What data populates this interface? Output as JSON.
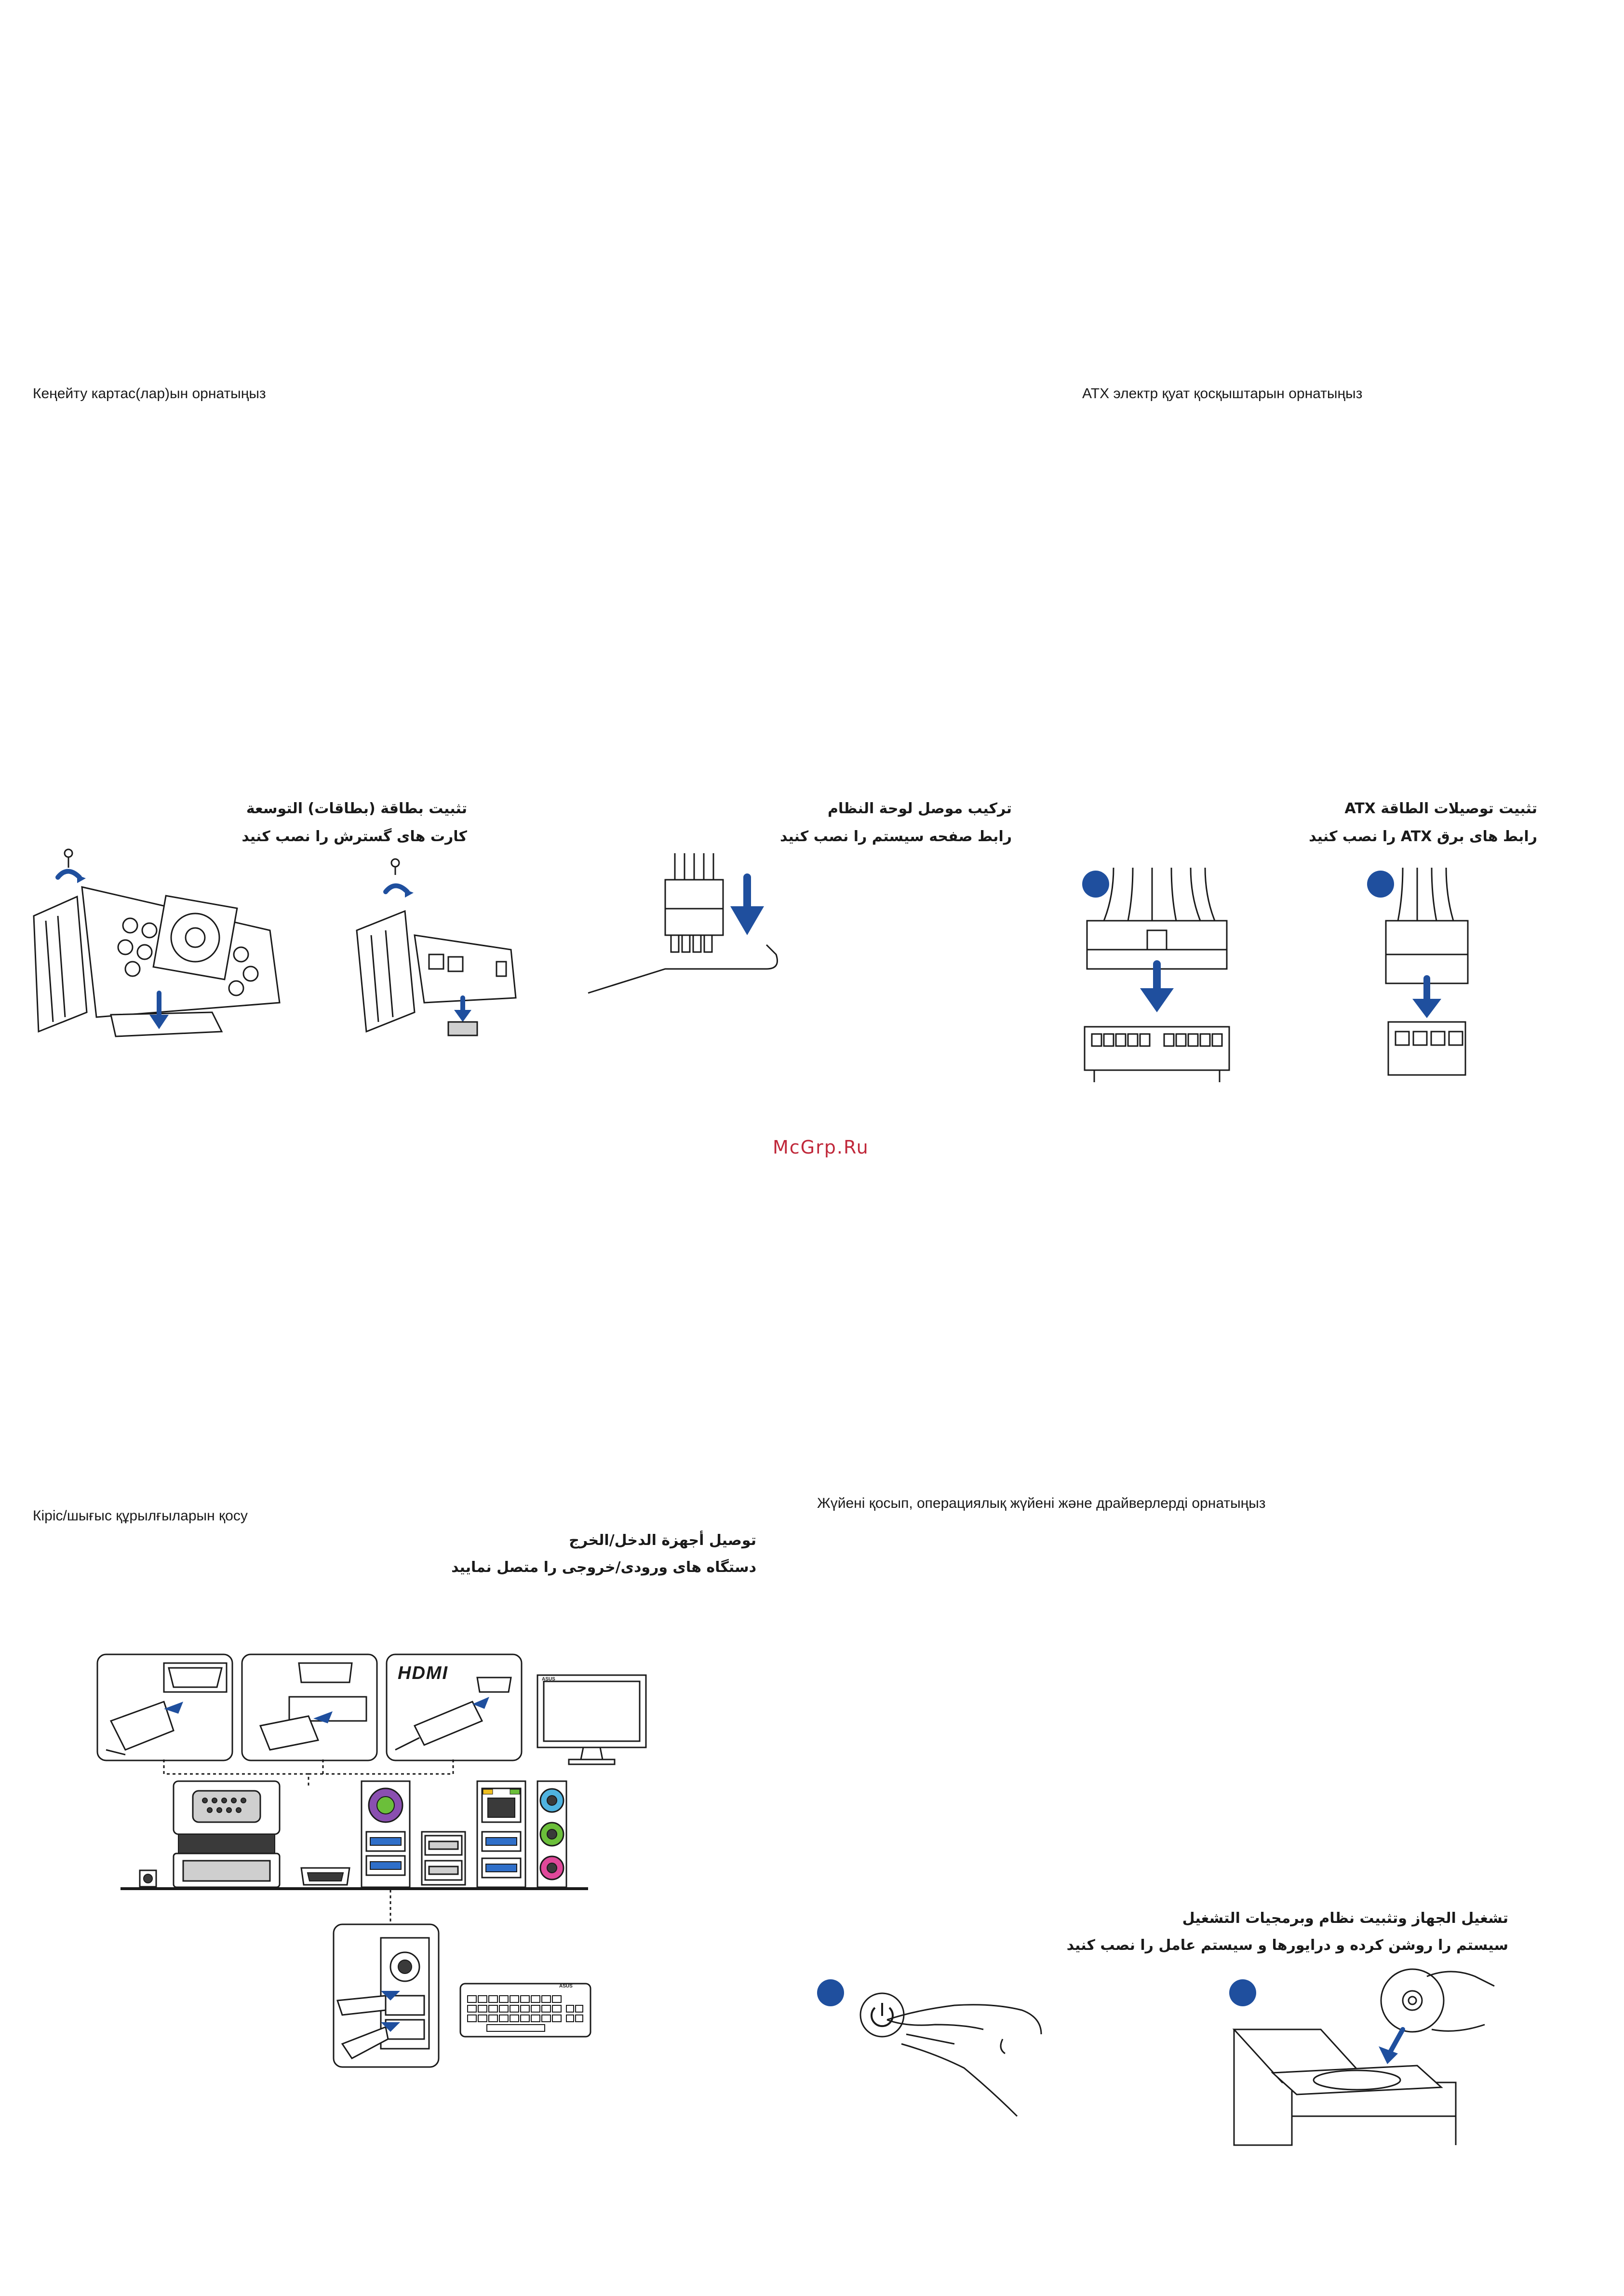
{
  "sections": {
    "expansion": {
      "heading": "Кеңейту картас(лар)ын орнатыңыз",
      "ar_title": "تثبيت بطاقة (بطاقات) التوسعة",
      "fa_title": "کارت های گسترش را نصب کنید"
    },
    "system_panel": {
      "ar_title": "تركيب موصل لوحة النظام",
      "fa_title": "رابط صفحه سیستم را نصب کنید"
    },
    "atx": {
      "heading": "ATX электр қуат қосқыштарын орнатыңыз",
      "ar_title": "تثبيت توصيلات الطاقة ATX",
      "fa_title": "رابط های برق ATX را نصب کنید"
    },
    "io": {
      "heading": "Кіріс/шығыс құрылғыларын қосу",
      "ar_title": "توصيل أجهزة الدخل/الخرج",
      "fa_title": "دستگاه های ورودی/خروجی را متصل نمایید",
      "hdmi_logo": "HDMI",
      "monitor_brand": "ASUS",
      "keyboard_brand": "ASUS"
    },
    "power_on": {
      "heading": "Жүйені қосып, операциялық жүйені және драйверлерді орнатыңыз",
      "ar_title": "تشغيل الجهاز وتثبيت نظام وبرمجيات التشغيل",
      "fa_title": "سیستم را روشن کرده و درایورها و سیستم عامل را نصب کنید"
    }
  },
  "watermark": "McGrp.Ru",
  "colors": {
    "accent_blue": "#1f4f9e",
    "watermark_red": "#c0283a",
    "audio_blue": "#4fb3e0",
    "audio_green": "#6bbf3a",
    "audio_pink": "#e0489a",
    "ps2_purple": "#8a4fb0",
    "ps2_green": "#6bbf3a",
    "usb3_blue": "#2f6fc9"
  }
}
